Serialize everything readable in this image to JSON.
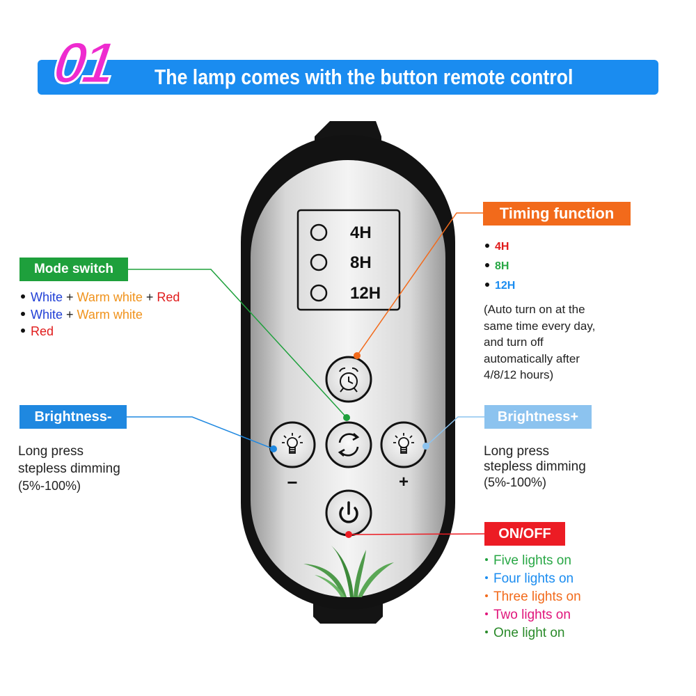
{
  "header": {
    "number": "01",
    "title": "The lamp comes with the button remote control"
  },
  "timer_panel": {
    "options": [
      "4H",
      "8H",
      "12H"
    ]
  },
  "mode_switch": {
    "label": "Mode switch",
    "items": [
      [
        {
          "text": "White",
          "color": "blue"
        },
        {
          "text": " + ",
          "color": "black"
        },
        {
          "text": "Warm white",
          "color": "orange"
        },
        {
          "text": " + ",
          "color": "black"
        },
        {
          "text": "Red",
          "color": "red"
        }
      ],
      [
        {
          "text": "White",
          "color": "blue"
        },
        {
          "text": " + ",
          "color": "black"
        },
        {
          "text": "Warm white",
          "color": "orange"
        }
      ],
      [
        {
          "text": "Red",
          "color": "red"
        }
      ]
    ]
  },
  "timing": {
    "label": "Timing function",
    "items": [
      "4H",
      "8H",
      "12H"
    ],
    "description_lines": [
      "(Auto turn on at the",
      "same time every day,",
      "and turn off",
      "automatically after",
      "4/8/12 hours)"
    ]
  },
  "brightness_minus": {
    "label": "Brightness-",
    "description_lines": [
      "Long press",
      "stepless dimming",
      "(5%-100%)"
    ],
    "symbol": "−"
  },
  "brightness_plus": {
    "label": "Brightness+",
    "description_lines": [
      "Long press",
      "stepless dimming",
      "(5%-100%)"
    ],
    "symbol": "+"
  },
  "onoff": {
    "label": "ON/OFF",
    "items": [
      "Five lights on",
      "Four lights on",
      "Three lights on",
      "Two lights on",
      "One light on"
    ]
  },
  "icons": [
    "alarm-clock-icon",
    "cycle-arrows-icon",
    "bulb-icon",
    "power-icon",
    "grass-logo"
  ],
  "colors": {
    "banner": "#1a8cf0",
    "number": "#ee2bcf",
    "mode": "#1ea03c",
    "timing": "#f26a1b",
    "brightness_minus": "#1f88e0",
    "brightness_plus": "#8cc3ef",
    "onoff": "#ec1c24"
  }
}
